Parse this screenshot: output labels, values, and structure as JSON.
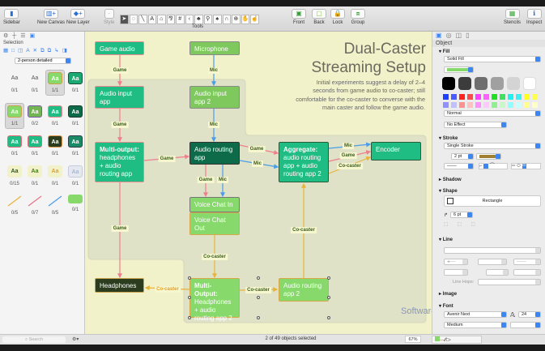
{
  "toolbar": {
    "sidebar": "Sidebar",
    "new_canvas": "New Canvas",
    "new_layer": "New Layer",
    "style": "Style",
    "tools": "Tools",
    "front": "Front",
    "back": "Back",
    "lock": "Lock",
    "group": "Group",
    "stencils": "Stencils",
    "inspect": "Inspect"
  },
  "sidebar": {
    "section": "Selection",
    "dropdown": "2-person detailed",
    "search_placeholder": "Search",
    "swatches": [
      {
        "count": "0/1",
        "kind": "text",
        "fill": "",
        "border": ""
      },
      {
        "count": "0/1",
        "kind": "text",
        "fill": "",
        "border": ""
      },
      {
        "count": "1/1",
        "kind": "box",
        "fill": "#86d96a",
        "border": "#c9a24a",
        "selected": true
      },
      {
        "count": "0/1",
        "kind": "box",
        "fill": "#1aa873",
        "border": "#1a4f3a"
      },
      {
        "count": "1/1",
        "kind": "box",
        "fill": "#86d96a",
        "border": "#c9a24a",
        "selected": true
      },
      {
        "count": "0/2",
        "kind": "box",
        "fill": "#73b553",
        "border": "#7a5ba8"
      },
      {
        "count": "0/1",
        "kind": "box",
        "fill": "#1fbd83",
        "border": "#e98a92"
      },
      {
        "count": "0/1",
        "kind": "box",
        "fill": "#0d6b4a",
        "border": "#1a3a2a"
      },
      {
        "count": "0/1",
        "kind": "box",
        "fill": "#1fbd83",
        "border": "#e06a7a"
      },
      {
        "count": "0/1",
        "kind": "box",
        "fill": "#1fbd83",
        "border": "#e06a7a"
      },
      {
        "count": "0/1",
        "kind": "box",
        "fill": "#2b3d1e",
        "border": "#e0964a"
      },
      {
        "count": "0/1",
        "kind": "box",
        "fill": "#1a8a66",
        "border": "#2d3d4a"
      },
      {
        "count": "0/15",
        "kind": "ytext",
        "fill": "#2d5a1c",
        "border": ""
      },
      {
        "count": "0/1",
        "kind": "ytext",
        "fill": "#4a7a1c",
        "border": ""
      },
      {
        "count": "0/1",
        "kind": "ytext",
        "fill": "#e0a030",
        "border": ""
      },
      {
        "count": "0/1",
        "kind": "ghost",
        "fill": "#aab6d0",
        "border": ""
      },
      {
        "count": "0/5",
        "kind": "line",
        "fill": "#e8b33a",
        "border": ""
      },
      {
        "count": "0/7",
        "kind": "line",
        "fill": "#e8728a",
        "border": ""
      },
      {
        "count": "0/5",
        "kind": "line",
        "fill": "#4a9de8",
        "border": ""
      },
      {
        "count": "0/1",
        "kind": "note",
        "fill": "#86d96a",
        "border": ""
      }
    ],
    "swatch_text": "Aa"
  },
  "canvas": {
    "title_1": "Dual-Caster",
    "title_2": "Streaming Setup",
    "description": "Initial experiments suggest a delay of 2–4 seconds from game audio to co-caster; still comfortable for the co-caster to converse with the main caster and follow the game audio.",
    "group_label": "Software",
    "nodes": {
      "game_audio": "Game audio",
      "microphone": "Microphone",
      "audio_input": "Audio input app",
      "audio_input_2": "Audio input app 2",
      "multi_output_bold": "Multi-output:",
      "multi_output_rest": "headphones + audio routing app",
      "routing": "Audio routing app",
      "aggregate_bold": "Aggregate:",
      "aggregate_rest": "audio routing app + audio routing app 2",
      "encoder": "Encoder",
      "vc_in": "Voice Chat In",
      "vc_out": "Voice Chat Out",
      "headphones": "Headphones",
      "multi_output2_bold": "Multi-Output:",
      "multi_output2_rest": "Headphones + audio routing app 2",
      "routing2": "Audio routing app 2"
    },
    "labels": {
      "game": "Game",
      "mic": "Mic",
      "cocaster": "Co-caster"
    },
    "colors": {
      "game": "#ee7f8e",
      "mic": "#4a9de8",
      "cocaster": "#e8b33a"
    }
  },
  "inspector": {
    "tab_label": "Object",
    "fill": "Fill",
    "fill_type": "Solid Fill",
    "blend": "Normal",
    "effect": "No Effect",
    "stroke": "Stroke",
    "stroke_type": "Single Stroke",
    "stroke_width": "2 pt",
    "shadow": "Shadow",
    "shape": "Shape",
    "shape_name": "Rectangle",
    "corner_radius": "6 pt",
    "line": "Line",
    "line_hops": "Line Hops:",
    "image": "Image",
    "font": "Font",
    "font_name": "Avenir Next",
    "font_size": "24",
    "font_weight": "Medium",
    "fill_color": "#86d96a",
    "stroke_color": "#a08030"
  },
  "status": {
    "selection": "2 of 49 objects selected",
    "zoom": "67%"
  }
}
